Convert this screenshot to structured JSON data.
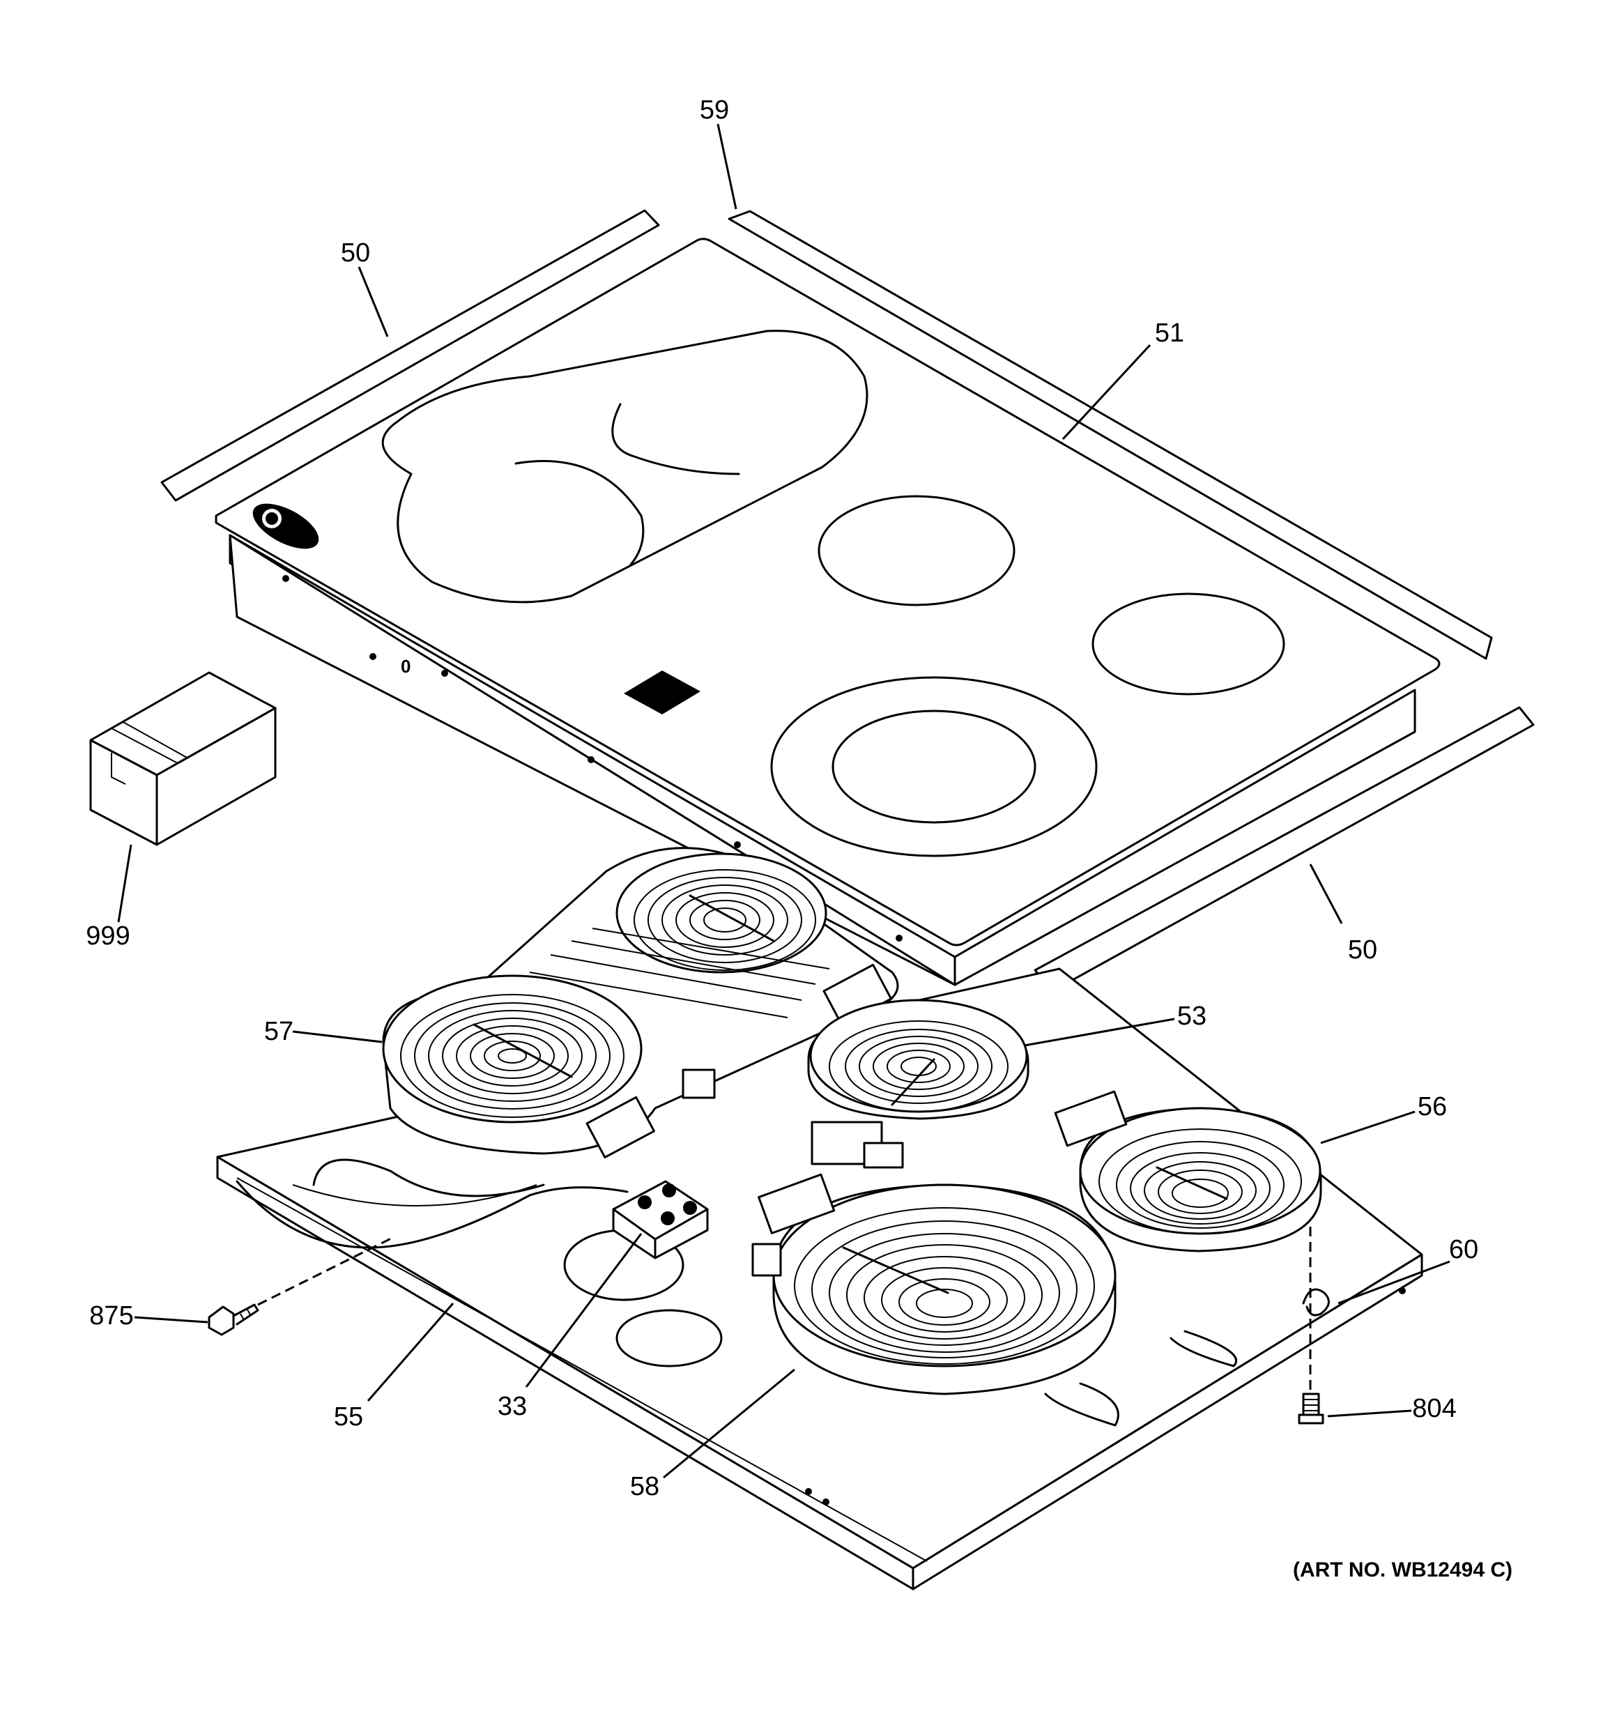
{
  "diagram": {
    "callouts": {
      "p59": "59",
      "p50_left": "50",
      "p51": "51",
      "p50_right": "50",
      "p999": "999",
      "p57": "57",
      "p53": "53",
      "p56": "56",
      "p60": "60",
      "p875": "875",
      "p55": "55",
      "p33": "33",
      "p58": "58",
      "p804": "804"
    },
    "art_number": "(ART NO. WB12494 C)"
  }
}
